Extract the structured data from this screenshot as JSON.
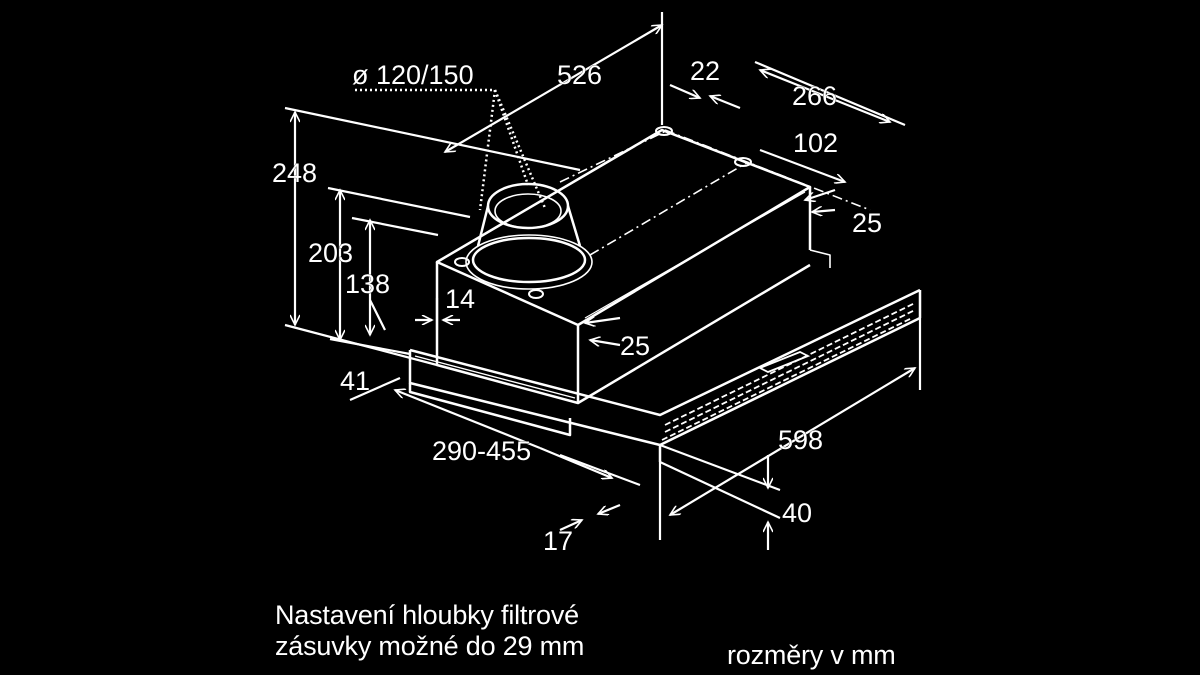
{
  "dimensions": {
    "duct_diameter": "ø 120/150",
    "depth_526": "526",
    "offset_22": "22",
    "width_266": "266",
    "width_102": "102",
    "offset_25_right": "25",
    "height_248": "248",
    "height_203": "203",
    "height_138": "138",
    "offset_14": "14",
    "offset_25_front": "25",
    "offset_41": "41",
    "depth_290_455": "290-455",
    "width_598": "598",
    "offset_40": "40",
    "offset_17": "17"
  },
  "notes": {
    "filter_line1": "Nastavení hloubky filtrové",
    "filter_line2": "zásuvky možné do 29 mm",
    "units": "rozměry v mm"
  },
  "colors": {
    "background": "#000000",
    "lines": "#ffffff"
  }
}
